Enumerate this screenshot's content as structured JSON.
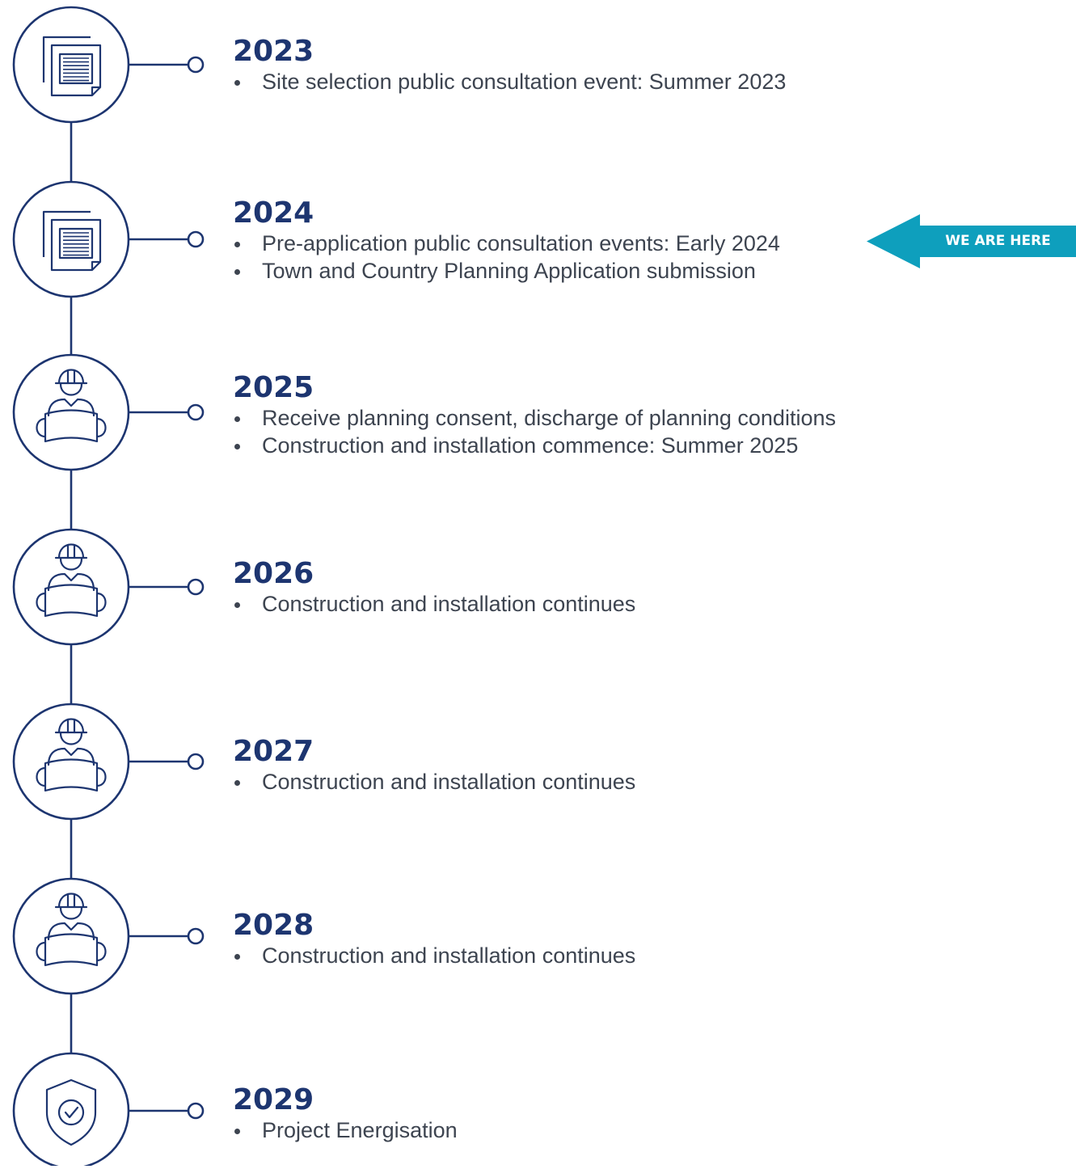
{
  "colors": {
    "primary": "#1d3570",
    "body_text": "#3d4450",
    "marker": "#0e9fbd",
    "marker_text": "#ffffff"
  },
  "marker": {
    "label": "WE ARE HERE",
    "milestone_index": 1
  },
  "milestones": [
    {
      "year": "2023",
      "icon": "documents-icon",
      "items": [
        "Site selection public consultation event: Summer 2023"
      ]
    },
    {
      "year": "2024",
      "icon": "documents-icon",
      "items": [
        "Pre-application public consultation events: Early 2024",
        "Town and Country Planning Application submission"
      ]
    },
    {
      "year": "2025",
      "icon": "worker-with-plans-icon",
      "items": [
        "Receive planning consent, discharge of planning conditions",
        "Construction and installation commence: Summer 2025"
      ]
    },
    {
      "year": "2026",
      "icon": "worker-with-plans-icon",
      "items": [
        "Construction and installation continues"
      ]
    },
    {
      "year": "2027",
      "icon": "worker-with-plans-icon",
      "items": [
        "Construction and installation continues"
      ]
    },
    {
      "year": "2028",
      "icon": "worker-with-plans-icon",
      "items": [
        "Construction and installation continues"
      ]
    },
    {
      "year": "2029",
      "icon": "shield-check-icon",
      "items": [
        "Project Energisation"
      ]
    }
  ]
}
